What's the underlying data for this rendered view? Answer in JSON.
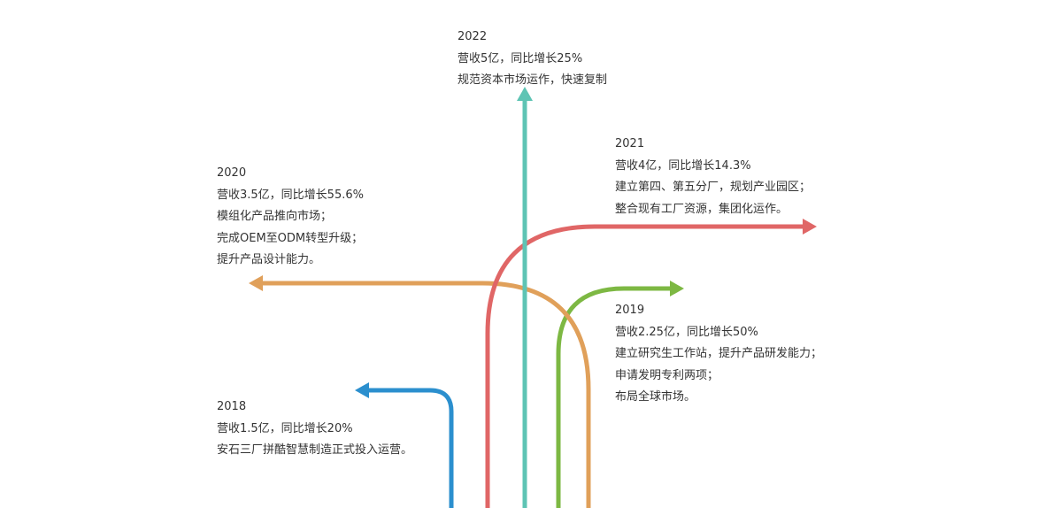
{
  "colors": {
    "y2018": "#2b8fce",
    "y2019": "#7db843",
    "y2020": "#e0a05a",
    "y2021": "#e06666",
    "y2022": "#5ec4b4"
  },
  "milestones": [
    {
      "year": "2022",
      "lines": [
        "营收5亿，同比增长25%",
        "规范资本市场运作，快速复制"
      ]
    },
    {
      "year": "2021",
      "lines": [
        "营收4亿，同比增长14.3%",
        "建立第四、第五分厂，规划产业园区；",
        "整合现有工厂资源，集团化运作。"
      ]
    },
    {
      "year": "2020",
      "lines": [
        "营收3.5亿，同比增长55.6%",
        "模组化产品推向市场；",
        "完成OEM至ODM转型升级；",
        "提升产品设计能力。"
      ]
    },
    {
      "year": "2019",
      "lines": [
        "营收2.25亿，同比增长50%",
        "建立研究生工作站，提升产品研发能力；",
        "申请发明专利两项；",
        "布局全球市场。"
      ]
    },
    {
      "year": "2018",
      "lines": [
        "营收1.5亿，同比增长20%",
        "安石三厂拼酷智慧制造正式投入运营。"
      ]
    }
  ]
}
